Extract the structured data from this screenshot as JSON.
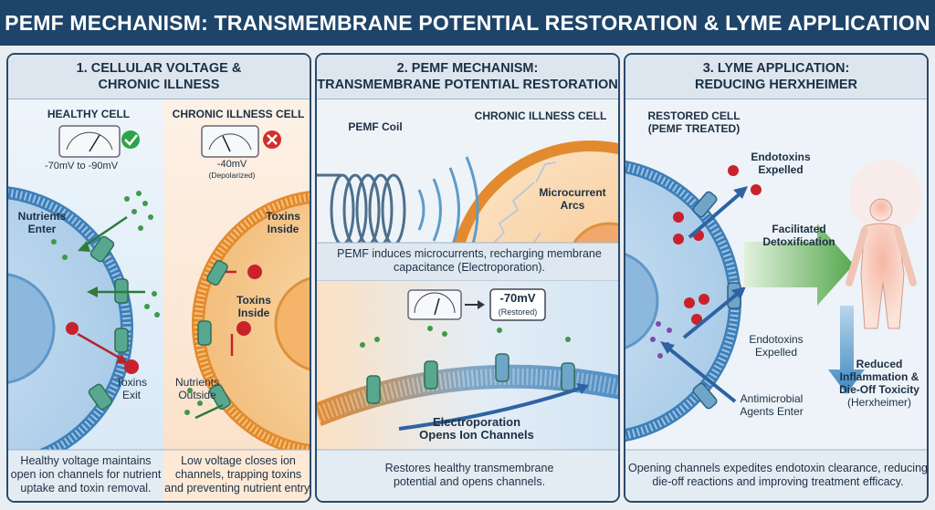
{
  "title": "PEMF MECHANISM: TRANSMEMBRANE POTENTIAL RESTORATION & LYME APPLICATION",
  "panel1": {
    "heading_line1": "1. CELLULAR VOLTAGE &",
    "heading_line2": "CHRONIC ILLNESS",
    "healthy_title": "HEALTHY CELL",
    "healthy_voltage": "-70mV to -90mV",
    "chronic_title": "CHRONIC ILLNESS CELL",
    "chronic_voltage": "-40mV",
    "chronic_note": "(Depolarized)",
    "nutrients_enter_1": "Nutrients",
    "nutrients_enter_2": "Enter",
    "toxins_exit_1": "Toxins",
    "toxins_exit_2": "Exit",
    "toxins_inside_a1": "Toxins",
    "toxins_inside_a2": "Inside",
    "toxins_inside_b1": "Toxins",
    "toxins_inside_b2": "Inside",
    "nutrients_outside_1": "Nutrients",
    "nutrients_outside_2": "Outside",
    "caption_left_1": "Healthy voltage maintains",
    "caption_left_2": "open ion channels for nutrient",
    "caption_left_3": "uptake and toxin removal.",
    "caption_right_1": "Low voltage closes ion",
    "caption_right_2": "channels, trapping toxins",
    "caption_right_3": "and preventing nutrient entry."
  },
  "panel2": {
    "heading_line1": "2. PEMF MECHANISM:",
    "heading_line2": "TRANSMEMBRANE POTENTIAL RESTORATION",
    "coil_label": "PEMF Coil",
    "cell_label": "CHRONIC ILLNESS CELL",
    "arcs_1": "Microcurrent",
    "arcs_2": "Arcs",
    "mid_caption_1": "PEMF induces microcurrents, recharging membrane",
    "mid_caption_2": "capacitance (Electroporation).",
    "restored_voltage": "-70mV",
    "restored_note": "(Restored)",
    "electro_1": "Electroporation",
    "electro_2": "Opens Ion Channels",
    "caption_1": "Restores healthy transmembrane",
    "caption_2": "potential and opens channels."
  },
  "panel3": {
    "heading_line1": "3. LYME APPLICATION:",
    "heading_line2": "REDUCING HERXHEIMER",
    "restored_1": "RESTORED CELL",
    "restored_2": "(PEMF TREATED)",
    "endo_top_1": "Endotoxins",
    "endo_top_2": "Expelled",
    "detox_1": "Facilitated",
    "detox_2": "Detoxification",
    "endo_mid_1": "Endotoxins",
    "endo_mid_2": "Expelled",
    "antimicrobial_1": "Antimicrobial",
    "antimicrobial_2": "Agents Enter",
    "reduced_1": "Reduced",
    "reduced_2": "Inflammation &",
    "reduced_3": "Die-Off Toxicity",
    "reduced_4": "(Herxheimer)",
    "caption_1": "Opening channels expedites endotoxin clearance, reducing",
    "caption_2": "die-off reactions and improving treatment efficacy."
  },
  "colors": {
    "title_bg": "#1e4569",
    "membrane_blue": "#4f8fc4",
    "membrane_orange": "#e38a2e",
    "toxin_red": "#c8232c",
    "nutrient_green": "#3d9a4a",
    "channel_teal": "#58a88f"
  }
}
